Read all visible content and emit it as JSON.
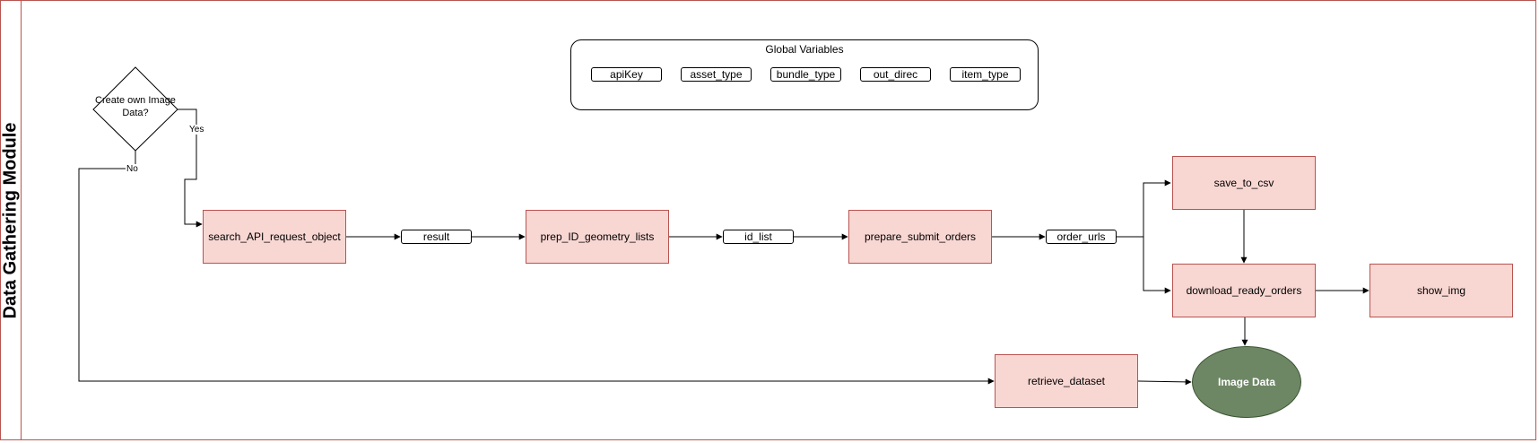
{
  "lane": {
    "title": "Data Gathering Module"
  },
  "global_variables": {
    "title": "Global Variables",
    "items": [
      "apiKey",
      "asset_type",
      "bundle_type",
      "out_direc",
      "item_type"
    ]
  },
  "decision": {
    "label": "Create own Image Data?",
    "yes_label": "Yes",
    "no_label": "No"
  },
  "functions": {
    "search": "search_API_request_object",
    "prep": "prep_ID_geometry_lists",
    "prepare_submit": "prepare_submit_orders",
    "save_csv": "save_to_csv",
    "download": "download_ready_orders",
    "show_img": "show_img",
    "retrieve": "retrieve_dataset"
  },
  "outputs": {
    "result": "result",
    "id_list": "id_list",
    "order_urls": "order_urls"
  },
  "terminal": {
    "label": "Image Data"
  },
  "colors": {
    "function_fill": "#f8d6d2",
    "function_stroke": "#b85450",
    "terminal_fill": "#6d8764",
    "lane_border": "#b85450"
  }
}
